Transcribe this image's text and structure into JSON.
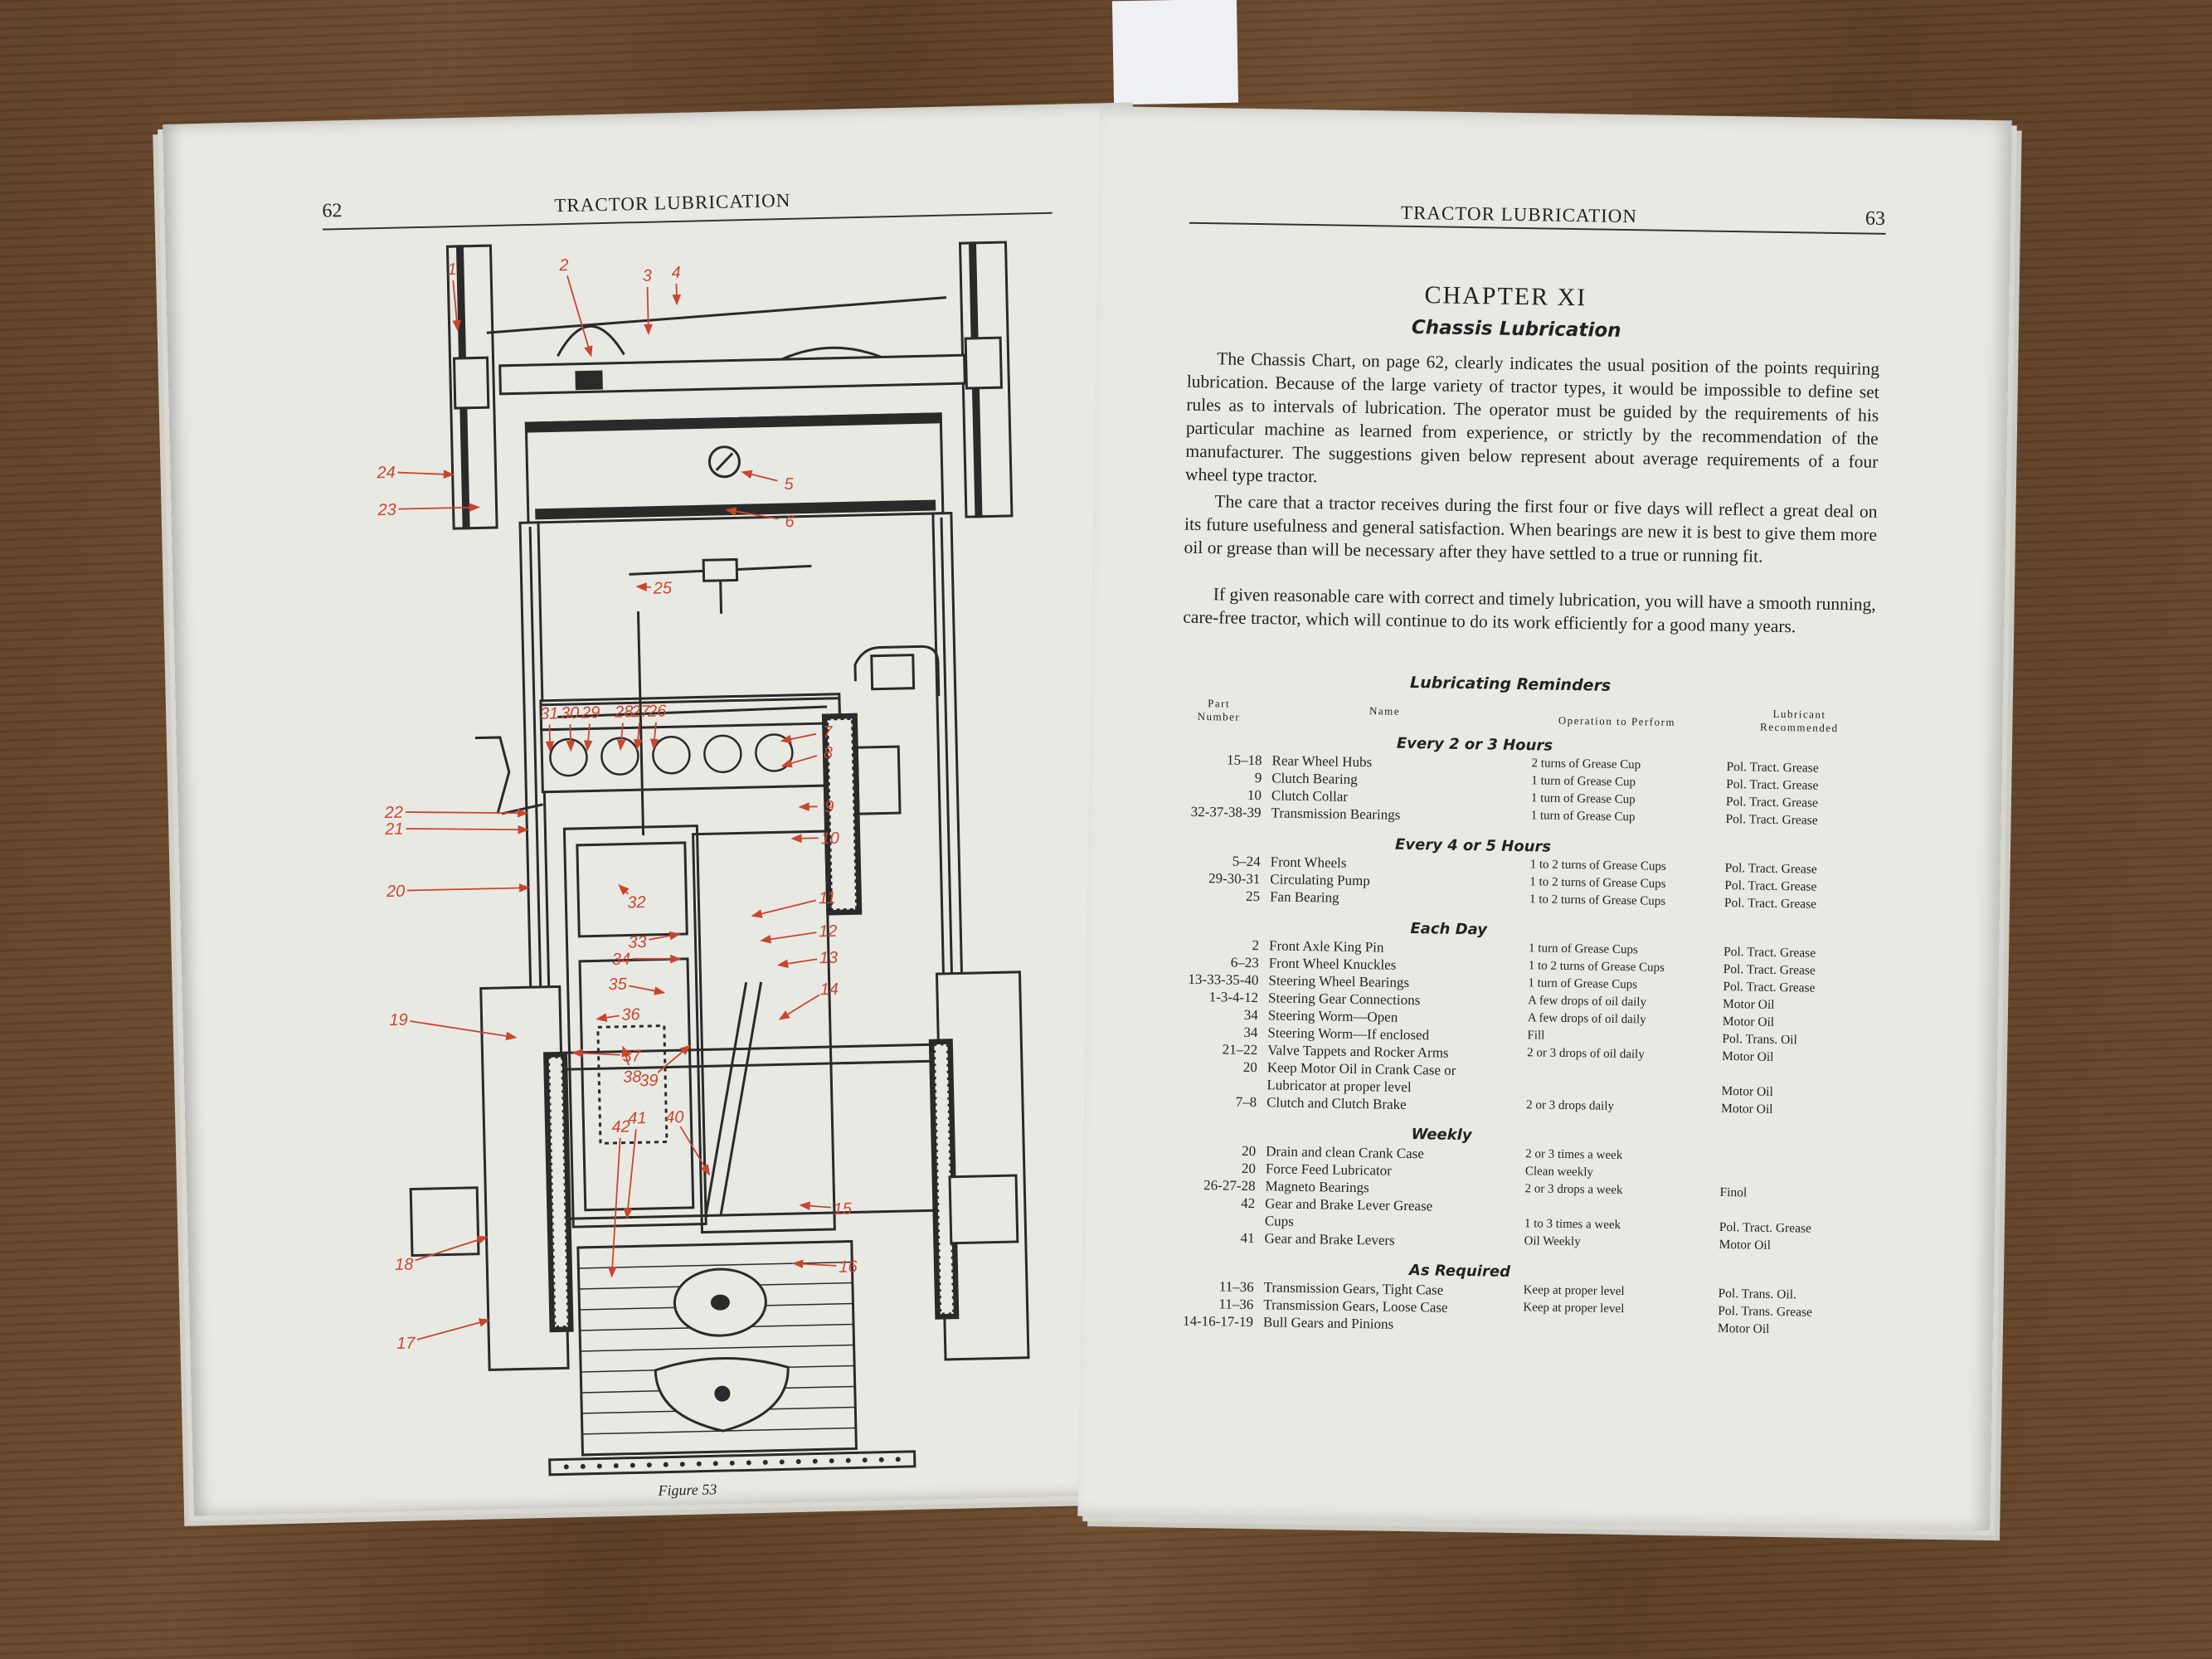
{
  "left_page": {
    "page_number": "62",
    "running_head": "TRACTOR LUBRICATION",
    "figure_caption": "Figure 53",
    "callouts": [
      "1",
      "2",
      "3",
      "4",
      "5",
      "6",
      "7",
      "8",
      "9",
      "10",
      "11",
      "12",
      "13",
      "14",
      "15",
      "16",
      "17",
      "18",
      "19",
      "20",
      "21",
      "22",
      "23",
      "24",
      "25",
      "26",
      "27",
      "28",
      "29",
      "30",
      "31",
      "32",
      "33",
      "34",
      "35",
      "36",
      "37",
      "38",
      "39",
      "40",
      "41",
      "42"
    ],
    "colors": {
      "callout": "#c8462e",
      "linework": "#2a2a2a",
      "paper": "#e9e9e4"
    }
  },
  "right_page": {
    "page_number": "63",
    "running_head": "TRACTOR LUBRICATION",
    "chapter": "CHAPTER XI",
    "title": "Chassis Lubrication",
    "paragraphs": [
      "The Chassis Chart, on page 62, clearly indicates the usual position of the points requiring lubrication. Because of the large variety of tractor types, it would be impossible to define set rules as to intervals of lubrication. The operator must be guided by the requirements of his particular machine as learned from experience, or strictly by the recommendation of the manufacturer. The suggestions given below represent about average requirements of a four wheel type tractor.",
      "The care that a tractor receives during the first four or five days will reflect a great deal on its future usefulness and general satisfaction. When bearings are new it is best to give them more oil or grease than will be necessary after they have settled to a true or running fit.",
      "If given reasonable care with correct and timely lubrication, you will have a smooth running, care-free tractor, which will continue to do its work efficiently for a good many years."
    ],
    "reminders_title": "Lubricating Reminders",
    "columns": {
      "part": [
        "Part",
        "Number"
      ],
      "name": "Name",
      "operation": "Operation to Perform",
      "lubricant": [
        "Lubricant",
        "Recommended"
      ]
    },
    "sections": [
      {
        "title": "Every 2 or 3 Hours",
        "rows": [
          {
            "part": "15–18",
            "name": "Rear Wheel Hubs",
            "op": "2 turns of Grease Cup",
            "lub": "Pol. Tract. Grease"
          },
          {
            "part": "9",
            "name": "Clutch Bearing",
            "op": "1 turn of Grease Cup",
            "lub": "Pol. Tract. Grease"
          },
          {
            "part": "10",
            "name": "Clutch Collar",
            "op": "1 turn of Grease Cup",
            "lub": "Pol. Tract. Grease"
          },
          {
            "part": "32-37-38-39",
            "name": "Transmission Bearings",
            "op": "1 turn of Grease Cup",
            "lub": "Pol. Tract. Grease"
          }
        ]
      },
      {
        "title": "Every 4 or 5 Hours",
        "rows": [
          {
            "part": "5–24",
            "name": "Front Wheels",
            "op": "1 to 2 turns of Grease Cups",
            "lub": "Pol. Tract. Grease"
          },
          {
            "part": "29-30-31",
            "name": "Circulating Pump",
            "op": "1 to 2 turns of Grease Cups",
            "lub": "Pol. Tract. Grease"
          },
          {
            "part": "25",
            "name": "Fan Bearing",
            "op": "1 to 2 turns of Grease Cups",
            "lub": "Pol. Tract. Grease"
          }
        ]
      },
      {
        "title": "Each Day",
        "rows": [
          {
            "part": "2",
            "name": "Front Axle King Pin",
            "op": "1 turn of Grease Cups",
            "lub": "Pol. Tract. Grease"
          },
          {
            "part": "6–23",
            "name": "Front Wheel Knuckles",
            "op": "1 to 2 turns of Grease Cups",
            "lub": "Pol. Tract. Grease"
          },
          {
            "part": "13-33-35-40",
            "name": "Steering Wheel Bearings",
            "op": "1 turn of Grease Cups",
            "lub": "Pol. Tract. Grease"
          },
          {
            "part": "1-3-4-12",
            "name": "Steering Gear Connections",
            "op": "A few drops of oil daily",
            "lub": "Motor Oil"
          },
          {
            "part": "34",
            "name": "Steering Worm—Open",
            "op": "A few drops of oil daily",
            "lub": "Motor Oil"
          },
          {
            "part": "34",
            "name": "Steering Worm—If enclosed",
            "op": "Fill",
            "lub": "Pol. Trans. Oil"
          },
          {
            "part": "21–22",
            "name": "Valve Tappets and Rocker Arms",
            "op": "2 or 3 drops of oil daily",
            "lub": "Motor Oil"
          },
          {
            "part": "20",
            "name": "Keep Motor Oil in Crank Case or",
            "op": "",
            "lub": ""
          },
          {
            "part": "",
            "name": "Lubricator at proper level",
            "op": "",
            "lub": "Motor Oil"
          },
          {
            "part": "7–8",
            "name": "Clutch and Clutch Brake",
            "op": "2 or 3 drops daily",
            "lub": "Motor Oil"
          }
        ]
      },
      {
        "title": "Weekly",
        "rows": [
          {
            "part": "20",
            "name": "Drain and clean Crank Case",
            "op": "2 or 3 times a week",
            "lub": ""
          },
          {
            "part": "20",
            "name": "Force Feed Lubricator",
            "op": "Clean weekly",
            "lub": ""
          },
          {
            "part": "26-27-28",
            "name": "Magneto Bearings",
            "op": "2 or 3 drops a week",
            "lub": "Finol"
          },
          {
            "part": "42",
            "name": "Gear and Brake Lever Grease",
            "op": "",
            "lub": ""
          },
          {
            "part": "",
            "name": "Cups",
            "op": "1 to 3 times a week",
            "lub": "Pol. Tract. Grease"
          },
          {
            "part": "41",
            "name": "Gear and Brake Levers",
            "op": "Oil Weekly",
            "lub": "Motor Oil"
          }
        ]
      },
      {
        "title": "As Required",
        "rows": [
          {
            "part": "11–36",
            "name": "Transmission Gears, Tight Case",
            "op": "Keep at proper level",
            "lub": "Pol. Trans. Oil."
          },
          {
            "part": "11–36",
            "name": "Transmission Gears, Loose Case",
            "op": "Keep at proper level",
            "lub": "Pol. Trans. Grease"
          },
          {
            "part": "14-16-17-19",
            "name": "Bull Gears and Pinions",
            "op": "",
            "lub": "Motor Oil"
          }
        ]
      }
    ]
  }
}
